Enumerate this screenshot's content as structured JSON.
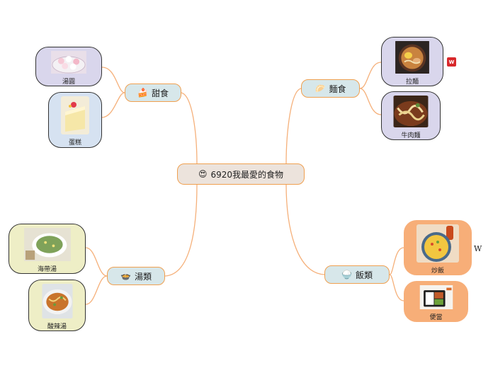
{
  "center": {
    "icon": "😍",
    "label": "6920我最愛的食物"
  },
  "branches": {
    "dessert": {
      "icon": "🍰",
      "label": "甜食"
    },
    "noodles": {
      "icon": "🥟",
      "label": "麵食"
    },
    "soup": {
      "icon": "🍲",
      "label": "湯類"
    },
    "rice": {
      "icon": "🍚",
      "label": "飯類"
    }
  },
  "leaves": {
    "tangyuan": {
      "label": "湯圓",
      "image": "tangyuan-photo"
    },
    "cake": {
      "label": "蛋糕",
      "image": "cake-photo"
    },
    "ramen": {
      "label": "拉麵",
      "image": "ramen-photo"
    },
    "beef_noodles": {
      "label": "牛肉麵",
      "image": "beef-noodle-photo"
    },
    "seaweed_soup": {
      "label": "海帶湯",
      "image": "seaweed-soup-photo"
    },
    "hot_sour_soup": {
      "label": "酸辣湯",
      "image": "hot-sour-soup-photo"
    },
    "fried_rice": {
      "label": "炒飯",
      "image": "fried-rice-photo"
    },
    "bento": {
      "label": "便當",
      "image": "bento-photo"
    }
  },
  "badge": "W",
  "side_mark": "W",
  "colors": {
    "connector": "#f5b07a",
    "branch_fill": "#d7e7ea",
    "center_fill": "#ece3dc"
  }
}
